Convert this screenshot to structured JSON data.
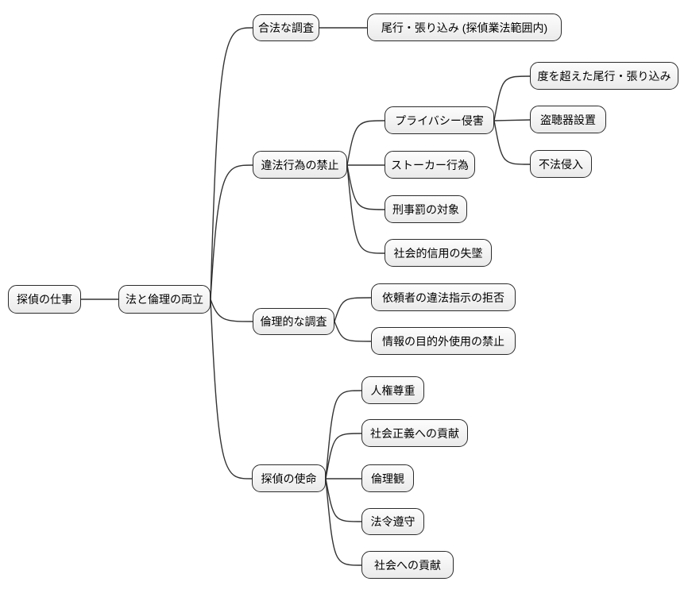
{
  "mindmap": {
    "title": "探偵の仕事 mindmap",
    "nodes": [
      {
        "id": "detective-work",
        "label": "探偵の仕事",
        "level": 0
      },
      {
        "id": "law-ethics-balance",
        "label": "法と倫理の両立",
        "level": 1
      },
      {
        "id": "legal-investigation",
        "label": "合法な調査",
        "level": 2
      },
      {
        "id": "tailing-stakeout-legal",
        "label": "尾行・張り込み (探偵業法範囲内)",
        "level": 3
      },
      {
        "id": "illegal-acts-prohibition",
        "label": "違法行為の禁止",
        "level": 2
      },
      {
        "id": "privacy-violation",
        "label": "プライバシー侵害",
        "level": 3
      },
      {
        "id": "excessive-tailing-stakeout",
        "label": "度を超えた尾行・張り込み",
        "level": 4
      },
      {
        "id": "wiretap-installation",
        "label": "盗聴器設置",
        "level": 4
      },
      {
        "id": "trespassing",
        "label": "不法侵入",
        "level": 4
      },
      {
        "id": "stalking-behavior",
        "label": "ストーカー行為",
        "level": 3
      },
      {
        "id": "criminal-penalty",
        "label": "刑事罰の対象",
        "level": 3
      },
      {
        "id": "loss-of-social-trust",
        "label": "社会的信用の失墜",
        "level": 3
      },
      {
        "id": "ethical-investigation",
        "label": "倫理的な調査",
        "level": 2
      },
      {
        "id": "refuse-illegal-instructions",
        "label": "依頼者の違法指示の拒否",
        "level": 3
      },
      {
        "id": "no-misuse-of-information",
        "label": "情報の目的外使用の禁止",
        "level": 3
      },
      {
        "id": "detective-mission",
        "label": "探偵の使命",
        "level": 2
      },
      {
        "id": "human-rights-respect",
        "label": "人権尊重",
        "level": 3
      },
      {
        "id": "social-justice-contribution",
        "label": "社会正義への貢献",
        "level": 3
      },
      {
        "id": "sense-of-ethics",
        "label": "倫理観",
        "level": 3
      },
      {
        "id": "legal-compliance",
        "label": "法令遵守",
        "level": 3
      },
      {
        "id": "contribution-to-society",
        "label": "社会への貢献",
        "level": 3
      }
    ],
    "edges": [
      {
        "from": "detective-work",
        "to": "law-ethics-balance"
      },
      {
        "from": "law-ethics-balance",
        "to": "legal-investigation"
      },
      {
        "from": "law-ethics-balance",
        "to": "illegal-acts-prohibition"
      },
      {
        "from": "law-ethics-balance",
        "to": "ethical-investigation"
      },
      {
        "from": "law-ethics-balance",
        "to": "detective-mission"
      },
      {
        "from": "legal-investigation",
        "to": "tailing-stakeout-legal"
      },
      {
        "from": "illegal-acts-prohibition",
        "to": "privacy-violation"
      },
      {
        "from": "illegal-acts-prohibition",
        "to": "stalking-behavior"
      },
      {
        "from": "illegal-acts-prohibition",
        "to": "criminal-penalty"
      },
      {
        "from": "illegal-acts-prohibition",
        "to": "loss-of-social-trust"
      },
      {
        "from": "privacy-violation",
        "to": "excessive-tailing-stakeout"
      },
      {
        "from": "privacy-violation",
        "to": "wiretap-installation"
      },
      {
        "from": "privacy-violation",
        "to": "trespassing"
      },
      {
        "from": "ethical-investigation",
        "to": "refuse-illegal-instructions"
      },
      {
        "from": "ethical-investigation",
        "to": "no-misuse-of-information"
      },
      {
        "from": "detective-mission",
        "to": "human-rights-respect"
      },
      {
        "from": "detective-mission",
        "to": "social-justice-contribution"
      },
      {
        "from": "detective-mission",
        "to": "sense-of-ethics"
      },
      {
        "from": "detective-mission",
        "to": "legal-compliance"
      },
      {
        "from": "detective-mission",
        "to": "contribution-to-society"
      }
    ],
    "colors": {
      "background": "#ffffff",
      "node_fill_top": "#fdfdfd",
      "node_fill_bottom": "#eaeaea",
      "node_border": "#2b2b2b",
      "edge_stroke": "#333333",
      "text": "#000000"
    }
  }
}
